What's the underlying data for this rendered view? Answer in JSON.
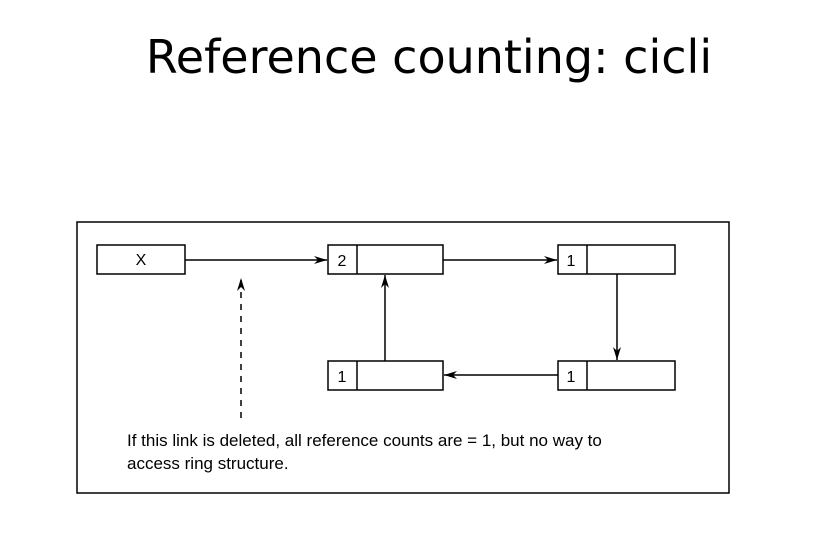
{
  "slide": {
    "title": "Reference counting: cicli"
  },
  "diagram": {
    "nodes": {
      "pointer": {
        "label": "X"
      },
      "top_middle": {
        "count": "2"
      },
      "top_right": {
        "count": "1"
      },
      "bottom_left": {
        "count": "1"
      },
      "bottom_right": {
        "count": "1"
      }
    },
    "caption": {
      "line1": "If this link is deleted, all reference counts are = 1, but no way to",
      "line2": "access ring structure."
    }
  }
}
